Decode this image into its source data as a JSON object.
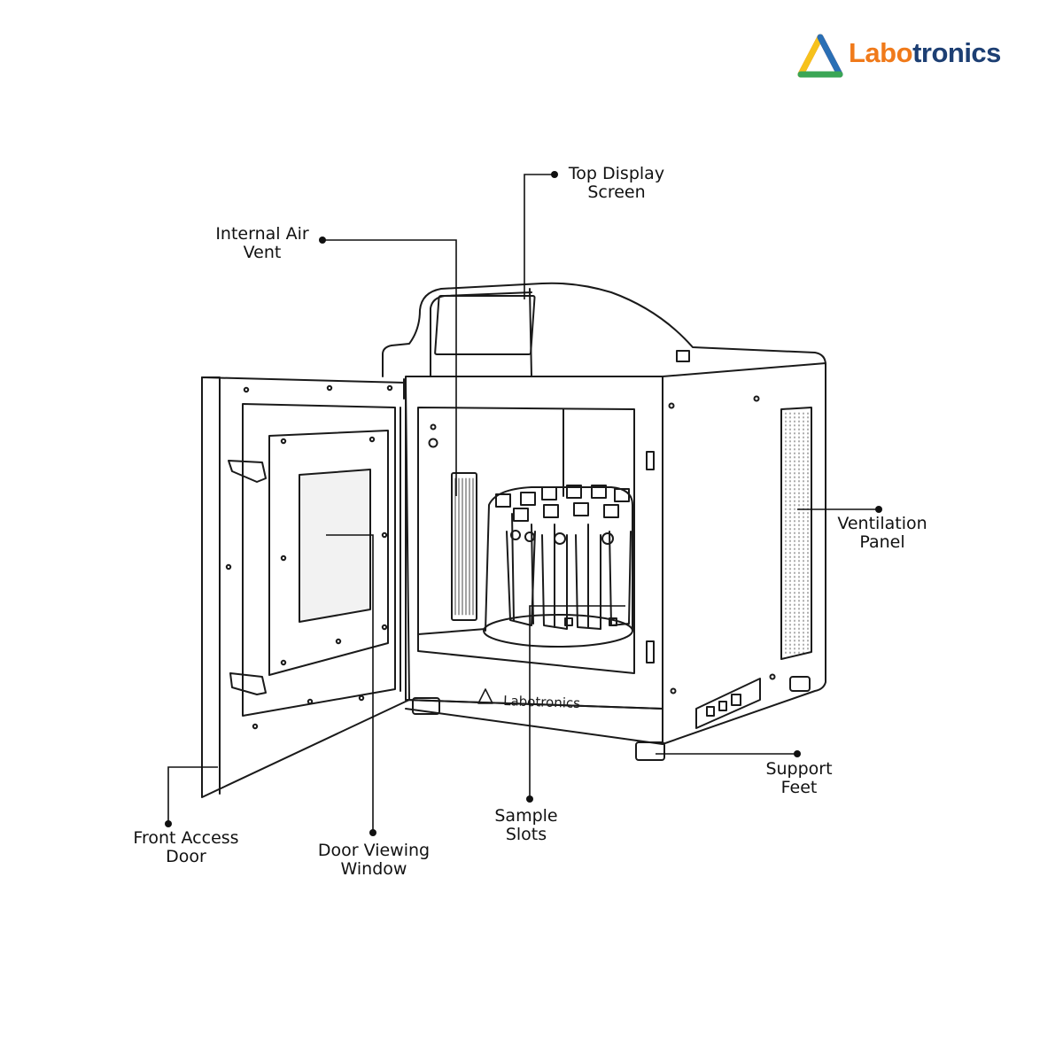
{
  "brand": {
    "name_part1": "Labo",
    "name_part2": "tronics",
    "logo_colors": [
      "#f6c21c",
      "#e8432b",
      "#2a6fb5",
      "#3aa655"
    ],
    "accent_orange": "#f07a1a",
    "accent_navy": "#1d3f73"
  },
  "device": {
    "front_brand": "Labotronics"
  },
  "callouts": [
    {
      "id": "top-display-screen",
      "line1": "Top Display",
      "line2": "Screen"
    },
    {
      "id": "internal-air-vent",
      "line1": "Internal Air",
      "line2": "Vent"
    },
    {
      "id": "ventilation-panel",
      "line1": "Ventilation",
      "line2": "Panel"
    },
    {
      "id": "support-feet",
      "line1": "Support",
      "line2": "Feet"
    },
    {
      "id": "sample-slots",
      "line1": "Sample",
      "line2": "Slots"
    },
    {
      "id": "door-viewing-window",
      "line1": "Door Viewing",
      "line2": "Window"
    },
    {
      "id": "front-access-door",
      "line1": "Front Access",
      "line2": "Door"
    }
  ]
}
